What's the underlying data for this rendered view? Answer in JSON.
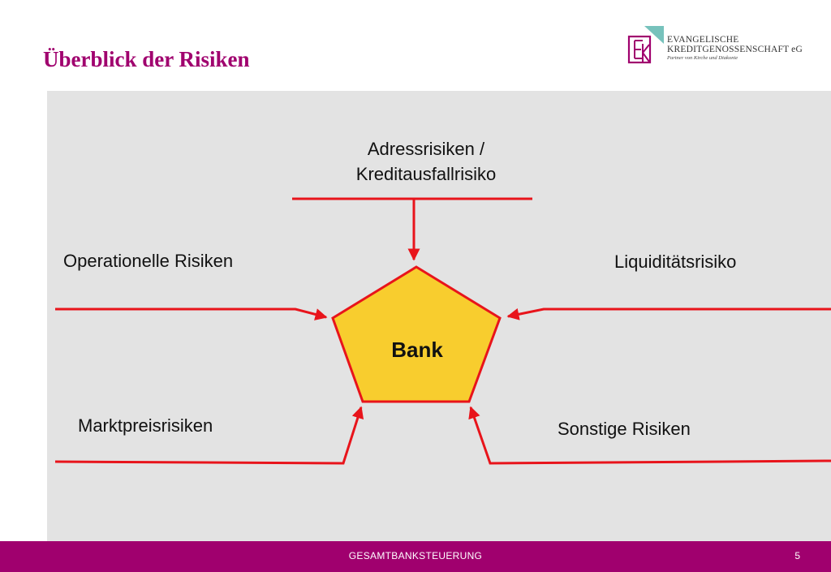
{
  "header": {
    "title": "Überblick der Risiken"
  },
  "logo": {
    "line1": "EVANGELISCHE",
    "line2": "KREDITGENOSSENSCHAFT eG",
    "line3": "Partner von Kirche und Diakonie",
    "mark_letters": "EKK",
    "colors": {
      "primary": "#a0006e",
      "accent": "#5fb7b0"
    }
  },
  "diagram": {
    "center": "Bank",
    "risks": {
      "top": [
        "Adressrisiken /",
        "Kreditausfallrisiko"
      ],
      "upper_left": "Operationelle Risiken",
      "upper_right": "Liquiditätsrisiko",
      "lower_left": "Marktpreisrisiken",
      "lower_right": "Sonstige Risiken"
    },
    "colors": {
      "arrow": "#e8141b",
      "pentagon_fill": "#f8cd2e",
      "pentagon_stroke": "#e8141b",
      "panel": "#e3e3e3"
    }
  },
  "footer": {
    "label": "GESAMTBANKSTEUERUNG",
    "page": "5",
    "color": "#a0006e"
  }
}
